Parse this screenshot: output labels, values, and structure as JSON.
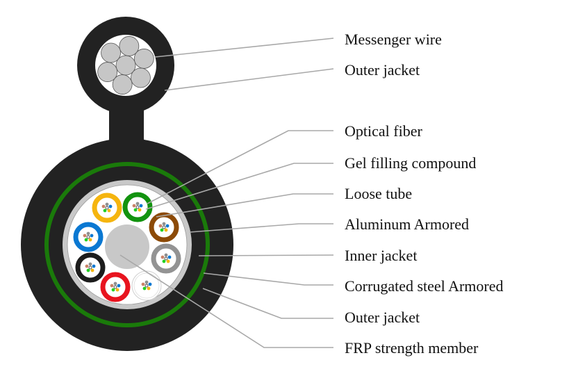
{
  "title": "Optical fiber cable cross-section (Figure-8 self-supporting, armored)",
  "colors": {
    "jacket": "#222222",
    "green_armor": "#1a7a0a",
    "aluminum": "#c8c8c8",
    "core_fill": "#ffffff",
    "frp": "#c8c8c8",
    "messenger_strand": "#c6c6c6",
    "leader": "#a8a8a8"
  },
  "labels": [
    {
      "id": "messenger-wire",
      "text": "Messenger wire"
    },
    {
      "id": "outer-jacket-top",
      "text": "Outer jacket"
    },
    {
      "id": "optical-fiber",
      "text": "Optical fiber"
    },
    {
      "id": "gel-filling-compound",
      "text": "Gel filling compound"
    },
    {
      "id": "loose-tube",
      "text": "Loose tube"
    },
    {
      "id": "aluminum-armored",
      "text": "Aluminum Armored"
    },
    {
      "id": "inner-jacket",
      "text": "Inner jacket"
    },
    {
      "id": "corrugated-steel-armored",
      "text": "Corrugated steel Armored"
    },
    {
      "id": "outer-jacket-bottom",
      "text": "Outer jacket"
    },
    {
      "id": "frp-strength-member",
      "text": "FRP strength member"
    }
  ],
  "loose_tubes": [
    {
      "name": "orange",
      "color": "#f5b50f"
    },
    {
      "name": "green",
      "color": "#12930f"
    },
    {
      "name": "brown",
      "color": "#8c4a07"
    },
    {
      "name": "gray",
      "color": "#939393"
    },
    {
      "name": "clear",
      "color": "#dddddd"
    },
    {
      "name": "red",
      "color": "#e8141f"
    },
    {
      "name": "black",
      "color": "#1c1c1c"
    },
    {
      "name": "blue",
      "color": "#0a78d2"
    }
  ],
  "fiber_colors": [
    "#8f8f8f",
    "#0a78d2",
    "#f5b50f",
    "#22d022",
    "#c98369"
  ]
}
